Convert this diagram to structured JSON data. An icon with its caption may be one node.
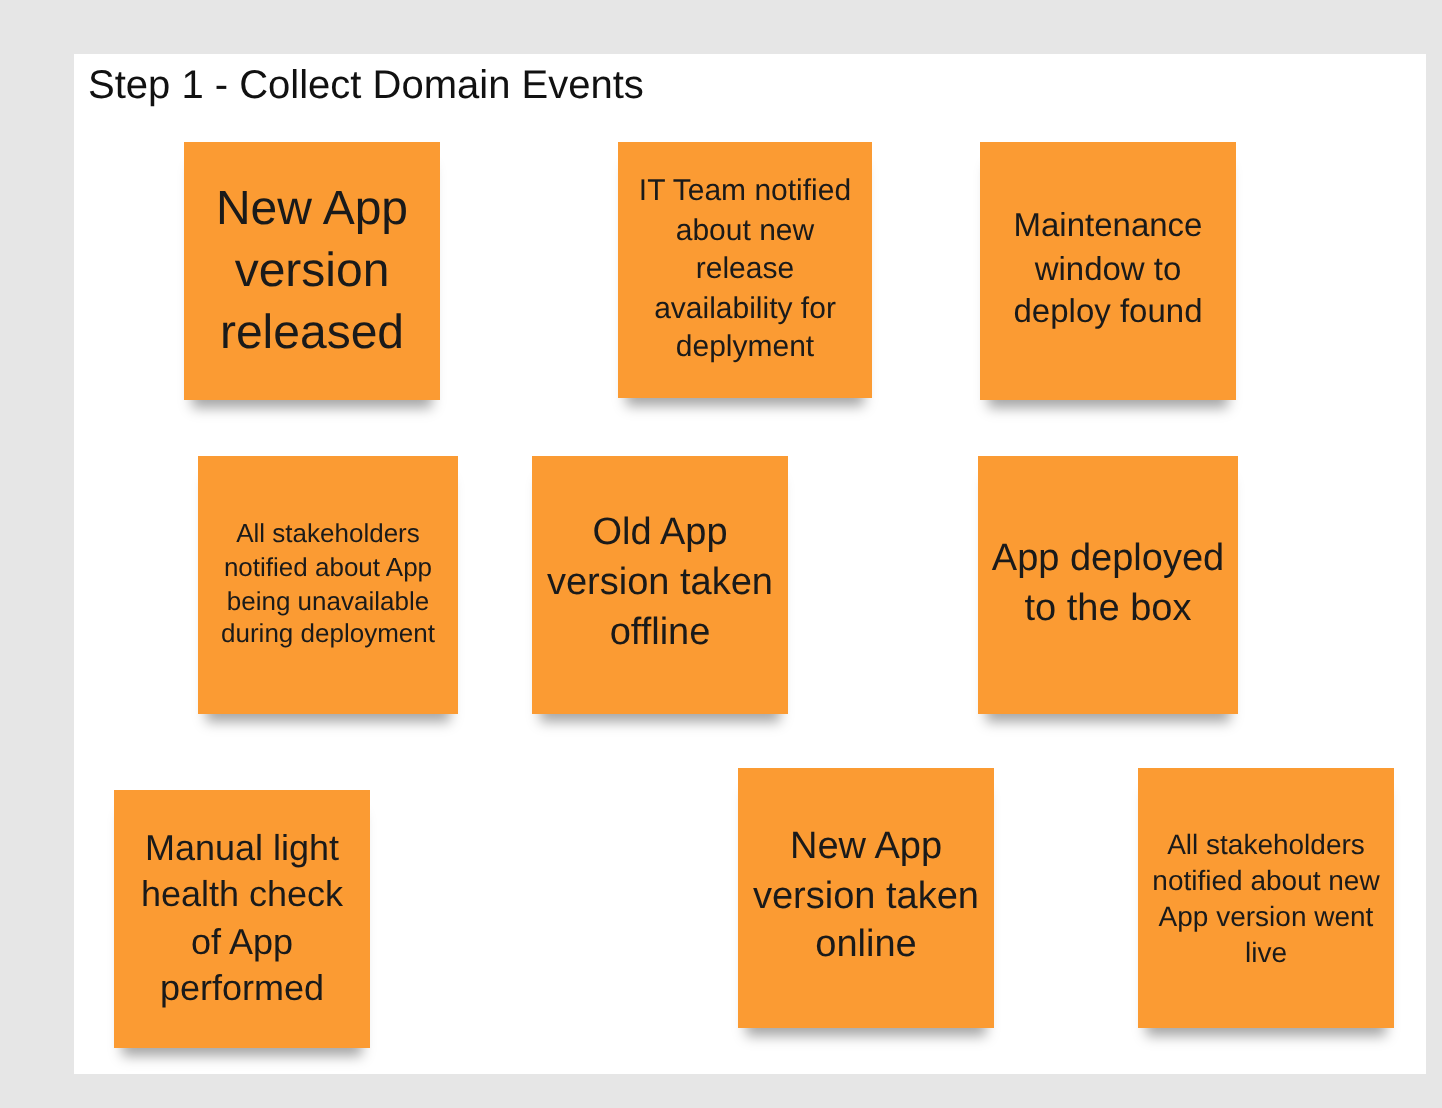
{
  "diagram": {
    "title": "Step 1 - Collect Domain Events",
    "nodes": [
      {
        "text": [
          "New App version released"
        ]
      },
      {
        "text": [
          "IT Team notified about new release availability for deplyment"
        ]
      },
      {
        "text": [
          "Maintenance window to deploy found"
        ]
      },
      {
        "text": [
          "All stakeholders notified about App being unavailable during deployment"
        ]
      },
      {
        "text": [
          "Old App version taken offline"
        ]
      },
      {
        "text": [
          "App deployed to the box"
        ]
      },
      {
        "text": [
          "Manual light health check of App performed"
        ]
      },
      {
        "text": [
          "New App version taken online"
        ]
      },
      {
        "text": [
          "All stakeholders notified about new App version went live"
        ]
      }
    ]
  }
}
